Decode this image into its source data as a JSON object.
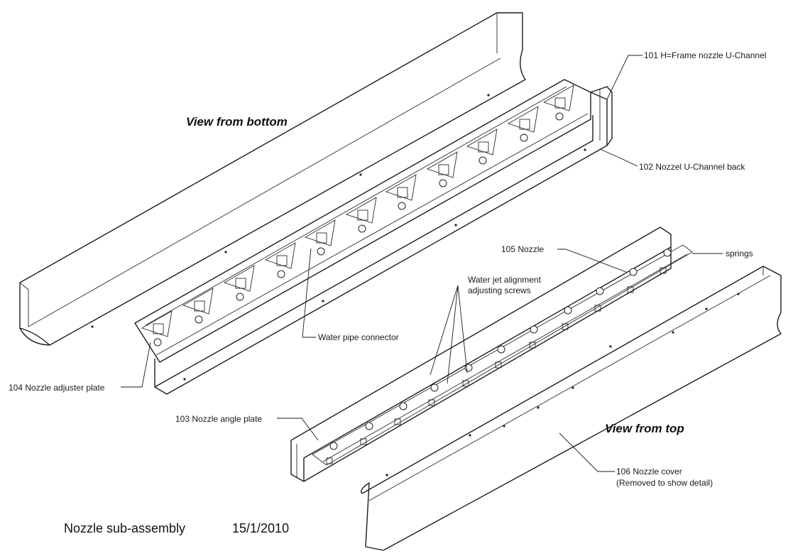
{
  "labels": {
    "view_bottom": "View from bottom",
    "view_top": "View from top",
    "p101": "101   H=Frame nozzle U-Channel",
    "p102": "102   Nozzel U-Channel back",
    "p103": "103   Nozzle angle plate",
    "p104": "104   Nozzle adjuster plate",
    "p105": "105   Nozzle",
    "springs": "springs",
    "screws_line1": "Water jet alignment",
    "screws_line2": "adjusting screws",
    "water_pipe": "Water pipe connector",
    "p106_line1": "106   Nozzle cover",
    "p106_line2": "(Removed to show detail)"
  },
  "footer": {
    "title": "Nozzle sub-assembly",
    "date": "15/1/2010"
  },
  "colors": {
    "line": "#1c1c1c",
    "background": "#ffffff"
  }
}
